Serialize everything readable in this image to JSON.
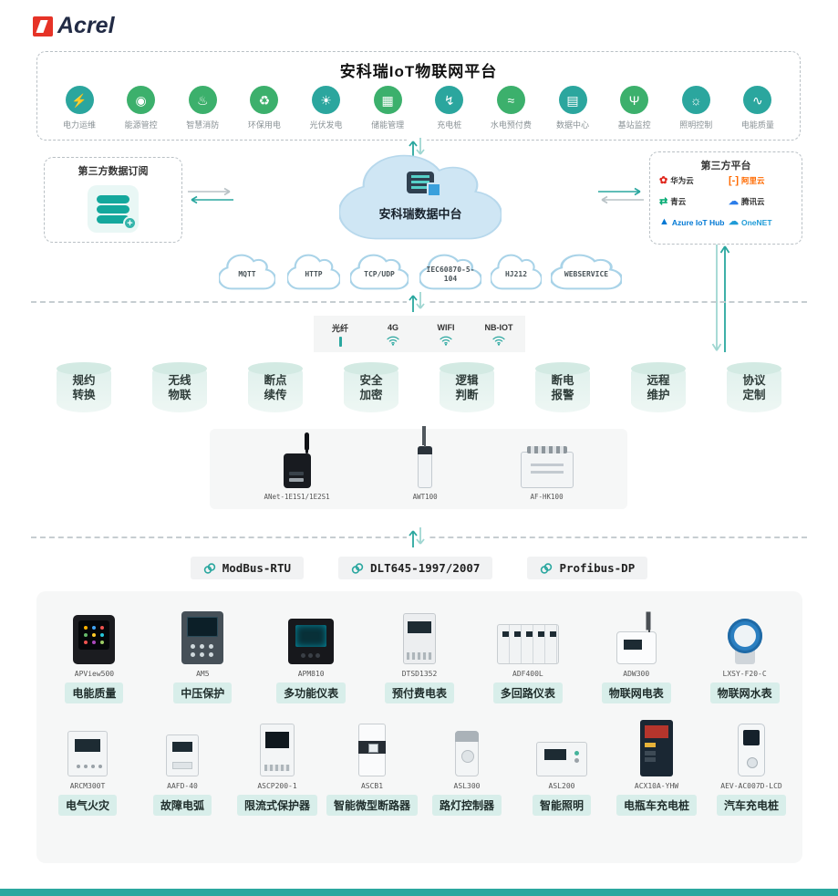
{
  "logo": {
    "brand": "Acrel"
  },
  "platform": {
    "title": "安科瑞IoT物联网平台",
    "apps": [
      {
        "label": "电力运维",
        "glyph": "⚡",
        "color": "#2ba69e"
      },
      {
        "label": "能源管控",
        "glyph": "◉",
        "color": "#3cb06c"
      },
      {
        "label": "智慧消防",
        "glyph": "♨",
        "color": "#3cb06c"
      },
      {
        "label": "环保用电",
        "glyph": "♻",
        "color": "#3cb06c"
      },
      {
        "label": "光伏发电",
        "glyph": "☀",
        "color": "#2ba69e"
      },
      {
        "label": "储能管理",
        "glyph": "▦",
        "color": "#3cb06c"
      },
      {
        "label": "充电桩",
        "glyph": "↯",
        "color": "#2ba69e"
      },
      {
        "label": "水电预付费",
        "glyph": "≈",
        "color": "#3cb06c"
      },
      {
        "label": "数据中心",
        "glyph": "▤",
        "color": "#2ba69e"
      },
      {
        "label": "基站监控",
        "glyph": "Ψ",
        "color": "#3cb06c"
      },
      {
        "label": "照明控制",
        "glyph": "☼",
        "color": "#2ba69e"
      },
      {
        "label": "电能质量",
        "glyph": "∿",
        "color": "#2ba69e"
      }
    ]
  },
  "middle": {
    "subscription": {
      "title": "第三方数据订阅"
    },
    "datacenter": {
      "label": "安科瑞数据中台"
    },
    "thirdparty": {
      "title": "第三方平台",
      "logos": [
        {
          "glyph": "✿",
          "name": "华为云",
          "color": "#e0281e",
          "name_color": "#333333"
        },
        {
          "glyph": "[-]",
          "name": "阿里云",
          "color": "#ff6a00",
          "name_color": "#ff6a00"
        },
        {
          "glyph": "⇄",
          "name": "青云",
          "color": "#00a971",
          "name_color": "#333333"
        },
        {
          "glyph": "☁",
          "name": "腾讯云",
          "color": "#2b7de9",
          "name_color": "#333333"
        },
        {
          "glyph": "▲",
          "name": "Azure IoT Hub",
          "color": "#0078d4",
          "name_color": "#0078d4"
        },
        {
          "glyph": "☁",
          "name": "OneNET",
          "color": "#1f9bd7",
          "name_color": "#1f9bd7"
        }
      ]
    }
  },
  "protocol_clouds": [
    "MQTT",
    "HTTP",
    "TCP/UDP",
    "IEC60870-5-104",
    "HJ212",
    "WEBSERVICE"
  ],
  "connectivity": [
    {
      "label": "光纤"
    },
    {
      "label": "4G"
    },
    {
      "label": "WIFI"
    },
    {
      "label": "NB-IOT"
    }
  ],
  "features": [
    "规约转换",
    "无线物联",
    "断点续传",
    "安全加密",
    "逻辑判断",
    "断电报警",
    "远程维护",
    "协议定制"
  ],
  "gateways": [
    {
      "model": "ANet-1E1S1/1E2S1"
    },
    {
      "model": "AWT100"
    },
    {
      "model": "AF-HK100"
    }
  ],
  "bus_protocols": [
    "ModBus-RTU",
    "DLT645-1997/2007",
    "Profibus-DP"
  ],
  "products_row1": [
    {
      "model": "APView500",
      "tag": "电能质量"
    },
    {
      "model": "AM5",
      "tag": "中压保护"
    },
    {
      "model": "APM810",
      "tag": "多功能仪表"
    },
    {
      "model": "DTSD1352",
      "tag": "预付费电表"
    },
    {
      "model": "ADF400L",
      "tag": "多回路仪表"
    },
    {
      "model": "ADW300",
      "tag": "物联网电表"
    },
    {
      "model": "LXSY-F20-C",
      "tag": "物联网水表"
    }
  ],
  "products_row2": [
    {
      "model": "ARCM300T",
      "tag": "电气火灾"
    },
    {
      "model": "AAFD-40",
      "tag": "故障电弧"
    },
    {
      "model": "ASCP200-1",
      "tag": "限流式保护器"
    },
    {
      "model": "ASCB1",
      "tag": "智能微型断路器"
    },
    {
      "model": "ASL300",
      "tag": "路灯控制器"
    },
    {
      "model": "ASL200",
      "tag": "智能照明"
    },
    {
      "model": "ACX10A-YHW",
      "tag": "电瓶车充电桩"
    },
    {
      "model": "AEV-AC007D-LCD",
      "tag": "汽车充电桩"
    }
  ],
  "ui_colors": {
    "accent": "#2aa79f",
    "cloud_stroke": "#a9d3e8",
    "badge_bg": "#d8eeea"
  }
}
